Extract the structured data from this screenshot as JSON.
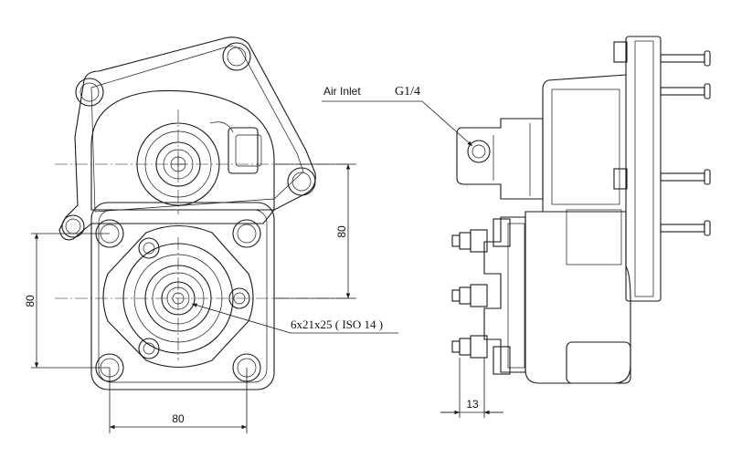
{
  "annotations": {
    "air_inlet": "Air Inlet",
    "thread": "G1/4",
    "shaft_spec": "6x21x25 ( ISO 14 )"
  },
  "dimensions": {
    "height_right": "80",
    "height_left": "80",
    "width_bottom": "80",
    "offset": "13"
  }
}
